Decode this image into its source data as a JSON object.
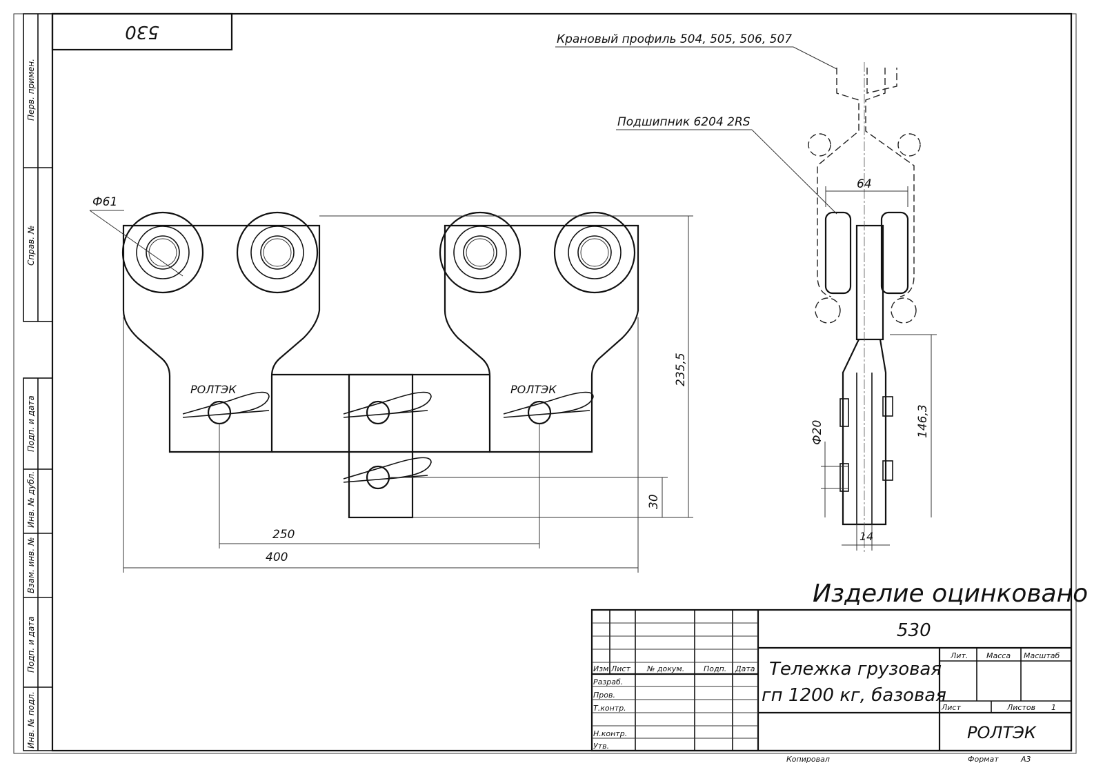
{
  "drawing_number": "530",
  "note_surface": "Изделие оцинковано",
  "callouts": {
    "crane_profile": "Крановый профиль 504, 505, 506, 507",
    "bearing": "Подшипник 6204 2RS",
    "brand_on_plate": "РОЛТЭК"
  },
  "dimensions": {
    "wheel_diameter": "Ф61",
    "height_total": "235,5",
    "pin_offset": "30",
    "pin_spacing": "250",
    "overall_length": "400",
    "wheel_track": "64",
    "fork_height": "146,3",
    "pin_diameter": "Ф20",
    "plate_thickness": "14"
  },
  "side_strip": [
    "Перв. примен.",
    "Справ. №",
    "Подп. и дата",
    "Инв. № дубл.",
    "Взам. инв. №",
    "Подп. и дата",
    "Инв. № подл."
  ],
  "title_block": {
    "drawing_number": "530",
    "title_line1": "Тележка грузовая",
    "title_line2": "гп 1200 кг, базовая",
    "headers": [
      "Изм.",
      "Лист",
      "№ докум.",
      "Подп.",
      "Дата"
    ],
    "roles": [
      "Разраб.",
      "Пров.",
      "Т.контр.",
      "Н.контр.",
      "Утв."
    ],
    "lit_label": "Лит.",
    "mass_label": "Масса",
    "scale_label": "Масштаб",
    "sheet_label": "Лист",
    "sheets_label": "Листов",
    "sheets_value": "1",
    "company": "РОЛТЭК"
  },
  "footer": {
    "copied": "Копировал",
    "format_label": "Формат",
    "format_value": "А3"
  }
}
